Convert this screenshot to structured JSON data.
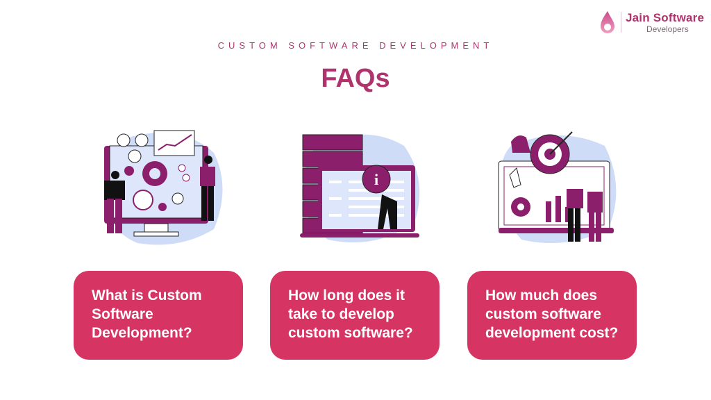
{
  "brand": {
    "name": "Jain Software",
    "subtitle": "Developers",
    "primary_color": "#b0336e",
    "card_color": "#d63463",
    "illustration_purple": "#8b1f6b",
    "illustration_blue": "#cfdcf8"
  },
  "header": {
    "eyebrow": "CUSTOM SOFTWARE DEVELOPMENT",
    "title": "FAQs"
  },
  "faqs": [
    {
      "illustration": "team-dashboard-illustration",
      "question": "What is Custom Software Development?"
    },
    {
      "illustration": "server-info-illustration",
      "question": "How long does it take to develop custom software?"
    },
    {
      "illustration": "target-analytics-illustration",
      "question": "How much does custom software development cost?"
    }
  ]
}
